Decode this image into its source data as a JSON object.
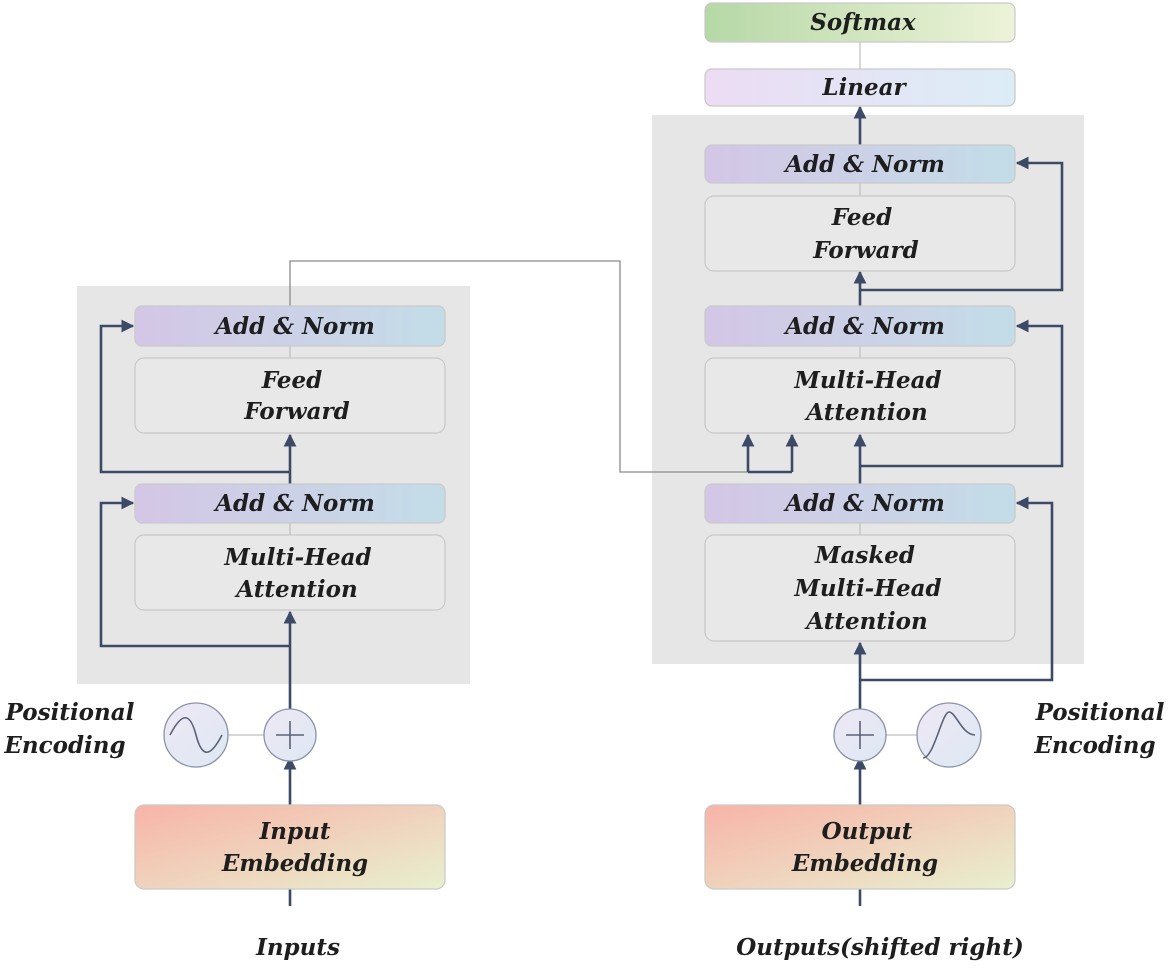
{
  "encoder": {
    "add_norm_top": "Add & Norm",
    "feed_forward": [
      "Feed",
      "Forward"
    ],
    "add_norm_bottom": "Add & Norm",
    "attention": [
      "Multi-Head",
      "Attention"
    ],
    "positional_encoding": [
      "Positional",
      "Encoding"
    ],
    "embedding": [
      "Input",
      "Embedding"
    ],
    "input_label": "Inputs"
  },
  "decoder": {
    "softmax": "Softmax",
    "linear": "Linear",
    "add_norm_top": "Add & Norm",
    "feed_forward": [
      "Feed",
      "Forward"
    ],
    "add_norm_mid": "Add & Norm",
    "attention": [
      "Multi-Head",
      "Attention"
    ],
    "add_norm_bottom": "Add & Norm",
    "masked_attention": [
      "Masked",
      "Multi-Head",
      "Attention"
    ],
    "positional_encoding": [
      "Positional",
      "Encoding"
    ],
    "embedding": [
      "Output",
      "Embedding"
    ],
    "input_label": "Outputs(shifted right)"
  },
  "colors": {
    "panel": "#e6e6e6",
    "arrow": "#3c4a66",
    "add_norm_gradient": [
      "#d4c6e6",
      "#c3dde8"
    ],
    "embedding_gradient": [
      "#f8b4a8",
      "#e8f0cf"
    ],
    "softmax_gradient": [
      "#b6d8a6",
      "#edf3d9"
    ],
    "linear_gradient": [
      "#ecdcf4",
      "#dcedf6"
    ]
  }
}
